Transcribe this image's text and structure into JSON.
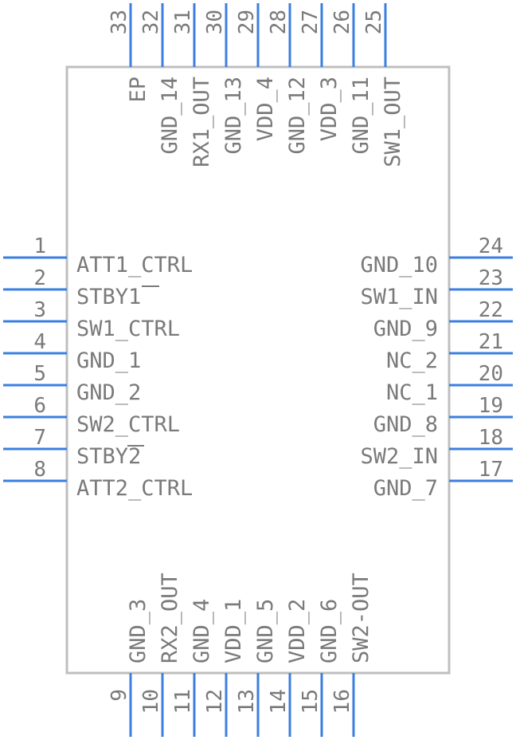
{
  "colors": {
    "pin": "#3b7fe0",
    "body": "#bfbfbf",
    "text": "#7a7a7a"
  },
  "left_pins": [
    {
      "num": "1",
      "label": "ATT1_CTRL"
    },
    {
      "num": "2",
      "label": "STBY1"
    },
    {
      "num": "3",
      "label": "SW1_CTRL"
    },
    {
      "num": "4",
      "label": "GND_1"
    },
    {
      "num": "5",
      "label": "GND_2"
    },
    {
      "num": "6",
      "label": "SW2_CTRL"
    },
    {
      "num": "7",
      "label": "STBY2"
    },
    {
      "num": "8",
      "label": "ATT2_CTRL"
    }
  ],
  "right_pins": [
    {
      "num": "24",
      "label": "GND_10"
    },
    {
      "num": "23",
      "label": "SW1_IN"
    },
    {
      "num": "22",
      "label": "GND_9"
    },
    {
      "num": "21",
      "label": "NC_2"
    },
    {
      "num": "20",
      "label": "NC_1"
    },
    {
      "num": "19",
      "label": "GND_8"
    },
    {
      "num": "18",
      "label": "SW2_IN"
    },
    {
      "num": "17",
      "label": "GND_7"
    }
  ],
  "bottom_pins": [
    {
      "num": "9",
      "label": "GND_3"
    },
    {
      "num": "10",
      "label": "RX2_OUT"
    },
    {
      "num": "11",
      "label": "GND_4"
    },
    {
      "num": "12",
      "label": "VDD_1"
    },
    {
      "num": "13",
      "label": "GND_5"
    },
    {
      "num": "14",
      "label": "VDD_2"
    },
    {
      "num": "15",
      "label": "GND_6"
    },
    {
      "num": "16",
      "label": "SW2-OUT"
    }
  ],
  "top_pins": [
    {
      "num": "33",
      "label": "EP"
    },
    {
      "num": "32",
      "label": "GND_14"
    },
    {
      "num": "31",
      "label": "RX1_OUT"
    },
    {
      "num": "30",
      "label": "GND_13"
    },
    {
      "num": "29",
      "label": "VDD_4"
    },
    {
      "num": "28",
      "label": "GND_12"
    },
    {
      "num": "27",
      "label": "VDD_3"
    },
    {
      "num": "26",
      "label": "GND_11"
    },
    {
      "num": "25",
      "label": "SW1_OUT"
    }
  ]
}
